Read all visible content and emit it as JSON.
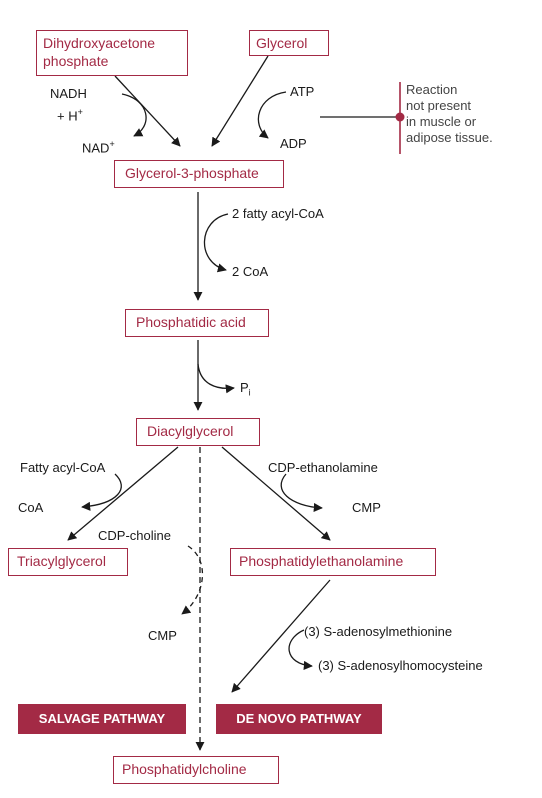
{
  "colors": {
    "accent": "#a32a45",
    "text": "#1a1a1a"
  },
  "boxes": {
    "dhap_line1": "Dihydroxyacetone",
    "dhap_line2": "phosphate",
    "glycerol": "Glycerol",
    "g3p": "Glycerol-3-phosphate",
    "phosphatidic_acid": "Phosphatidic acid",
    "diacylglycerol": "Diacylglycerol",
    "triacylglycerol": "Triacylglycerol",
    "phosphatidylethanolamine": "Phosphatidylethanolamine",
    "phosphatidylcholine": "Phosphatidylcholine"
  },
  "labels": {
    "nadh": "NADH",
    "h_plus": "+ H",
    "h_plus_sup": "+",
    "nad": "NAD",
    "nad_sup": "+",
    "atp": "ATP",
    "adp": "ADP",
    "fatty_acyl_coa_2": "2 fatty acyl-CoA",
    "coa_2": "2 CoA",
    "p": "P",
    "p_sub": "i",
    "fatty_acyl_coa": "Fatty acyl-CoA",
    "coa": "CoA",
    "cdp_ethanolamine": "CDP-ethanolamine",
    "cmp_right": "CMP",
    "cdp_choline": "CDP-choline",
    "cmp_left": "CMP",
    "sam": "(3) S-adenosylmethionine",
    "sah": "(3) S-adenosylhomocysteine"
  },
  "note": {
    "line1": "Reaction",
    "line2": "not present",
    "line3": "in muscle or",
    "line4": "adipose tissue."
  },
  "banners": {
    "salvage": "SALVAGE PATHWAY",
    "de_novo": "DE NOVO PATHWAY"
  }
}
